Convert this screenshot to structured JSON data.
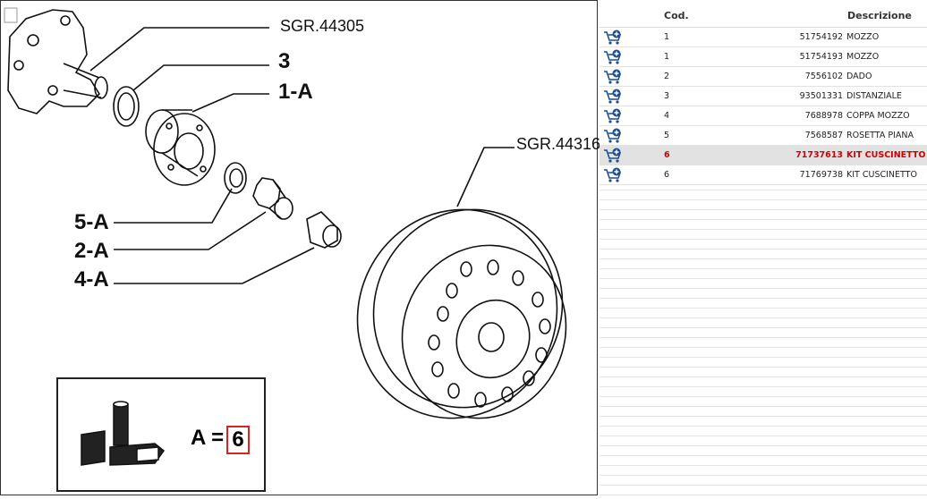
{
  "diagram": {
    "labels": {
      "sgr_44305": "SGR.44305",
      "sgr_44316": "SGR.44316",
      "num_3": "3",
      "num_1a": "1-A",
      "num_5a": "5-A",
      "num_2a": "2-A",
      "num_4a": "4-A"
    },
    "legend": {
      "text": "A =",
      "value": "6"
    }
  },
  "parts_table": {
    "headers": {
      "icon": "",
      "pos": "",
      "cod": "Cod.",
      "desc": "Descrizione"
    },
    "rows": [
      {
        "pos": "1",
        "cod": "51754192",
        "desc": "MOZZO"
      },
      {
        "pos": "1",
        "cod": "51754193",
        "desc": "MOZZO"
      },
      {
        "pos": "2",
        "cod": "7556102",
        "desc": "DADO"
      },
      {
        "pos": "3",
        "cod": "93501331",
        "desc": "DISTANZIALE"
      },
      {
        "pos": "4",
        "cod": "7688978",
        "desc": "COPPA MOZZO"
      },
      {
        "pos": "5",
        "cod": "7568587",
        "desc": "ROSETTA PIANA"
      },
      {
        "pos": "6",
        "cod": "71737613",
        "desc": "KIT CUSCINETTO"
      },
      {
        "pos": "6",
        "cod": "71769738",
        "desc": "KIT CUSCINETTO"
      }
    ],
    "selected_index": 6,
    "icon": "add-to-cart-icon",
    "colors": {
      "selected_text": "#d40000",
      "selected_bg": "#e2e2e2",
      "cart": "#1e4e8c"
    }
  }
}
